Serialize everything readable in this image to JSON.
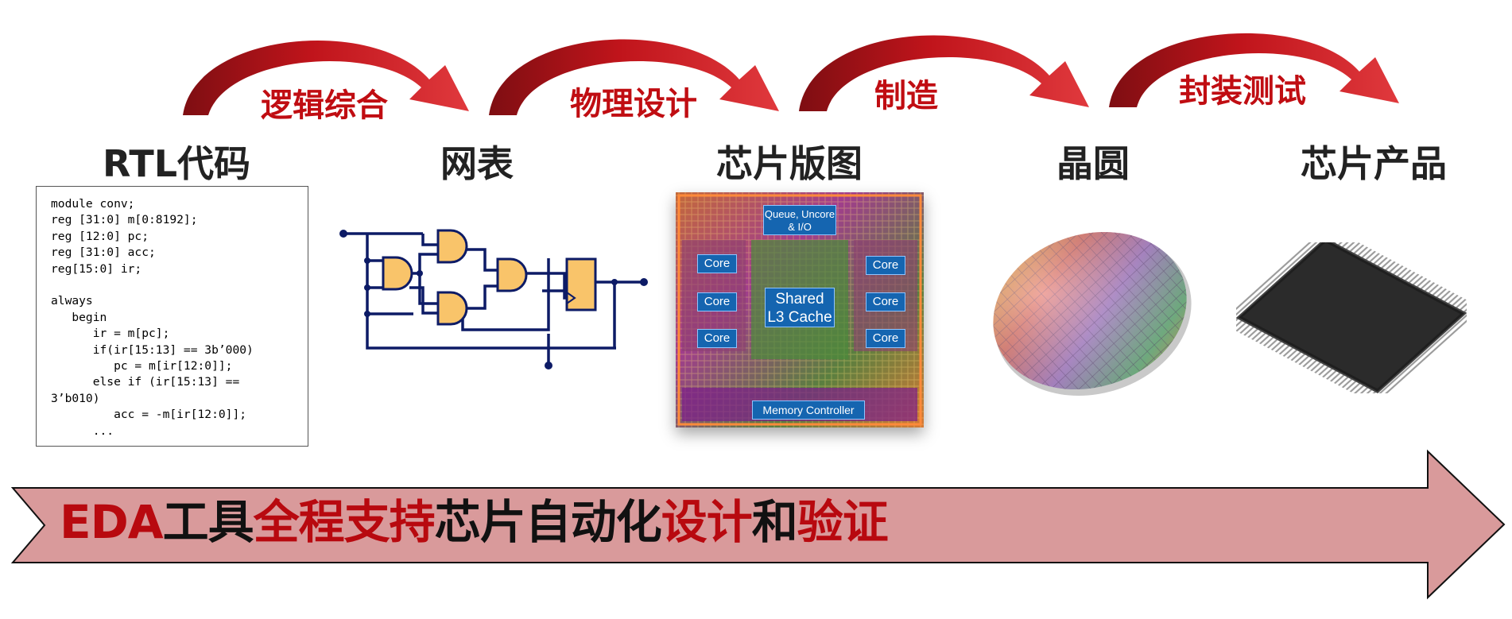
{
  "process_steps": [
    "逻辑综合",
    "物理设计",
    "制造",
    "封装测试"
  ],
  "stages": [
    "RTL代码",
    "网表",
    "芯片版图",
    "晶圆",
    "芯片产品"
  ],
  "rtl_code": [
    "module conv;",
    "reg [31:0] m[0:8192];",
    "reg [12:0] pc;",
    "reg [31:0] acc;",
    "reg[15:0] ir;",
    "",
    "always",
    "   begin",
    "      ir = m[pc];",
    "      if(ir[15:13] == 3b’000)",
    "         pc = m[ir[12:0]];",
    "      else if (ir[15:13] ==",
    "3’b010)",
    "         acc = -m[ir[12:0]];",
    "      ..."
  ],
  "die_labels": {
    "queue": "Queue, Uncore & I/O",
    "core": "Core",
    "cache": "Shared L3 Cache",
    "memory": "Memory Controller"
  },
  "banner": {
    "part1": "EDA",
    "part2": "工具",
    "part3": "全程支持",
    "part4": "芯片自动化",
    "part5": "设计",
    "part6": "和",
    "part7": "验证"
  },
  "colors": {
    "arrow_red": "#c0141b",
    "banner_fill": "#d99a9b",
    "text_red": "#b8090f",
    "gate_fill": "#f9c46a",
    "wire": "#0d1b66"
  }
}
